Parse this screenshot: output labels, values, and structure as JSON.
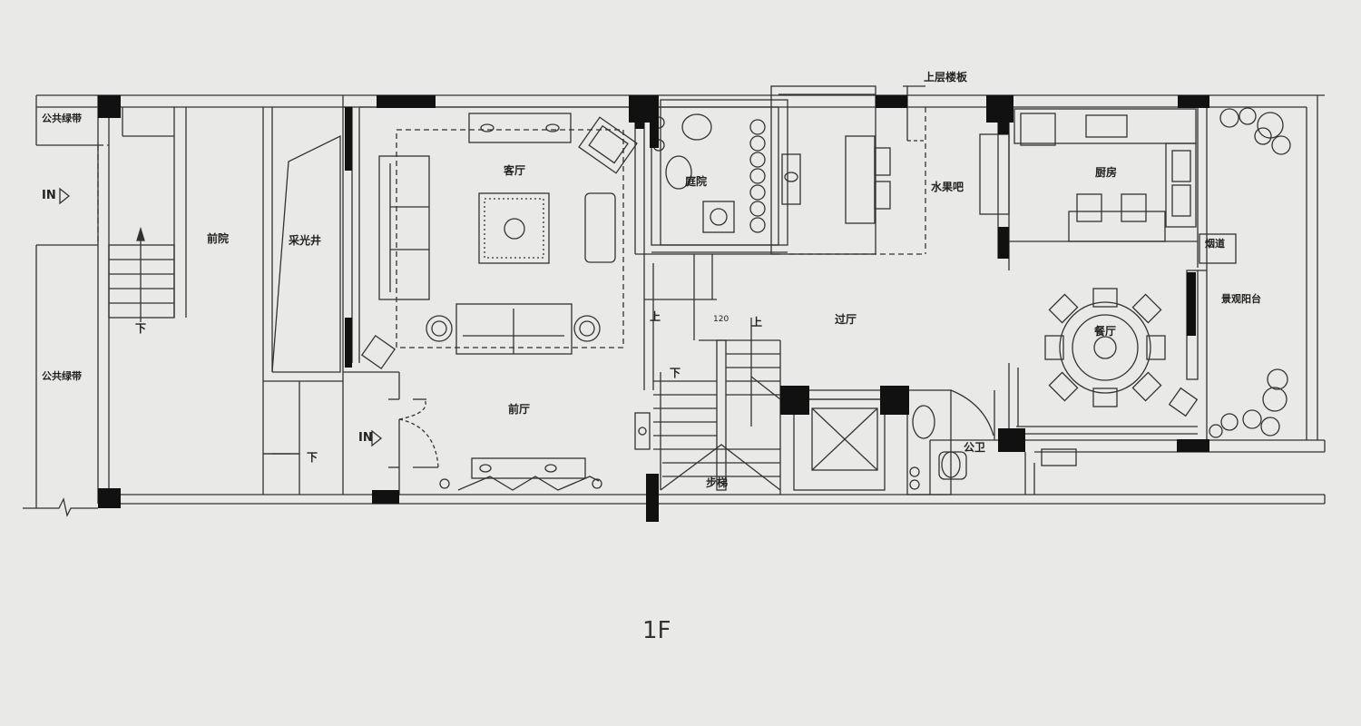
{
  "floor_label": "1F",
  "rooms": {
    "public_green_top": "公共绿带",
    "public_green_left": "公共绿带",
    "front_yard": "前院",
    "lightwell": "采光井",
    "living_room": "客厅",
    "courtyard": "庭院",
    "fruit_bar": "水果吧",
    "kitchen": "厨房",
    "chimney": "烟道",
    "scenic_balcony": "景观阳台",
    "dining_room": "餐厅",
    "hall": "过厅",
    "foyer": "前厅",
    "public_wc": "公卫",
    "stair_area": "步梯"
  },
  "annotations": {
    "upper_floor_slab": "上层楼板",
    "in_top": "IN",
    "in_bottom": "IN",
    "down_1": "下",
    "down_2": "下",
    "down_3": "下",
    "up_1": "上",
    "up_2": "上",
    "stair_width": "120"
  },
  "colors": {
    "background": "#e9e9e7",
    "line": "#333333",
    "wall_fill": "#111111"
  }
}
